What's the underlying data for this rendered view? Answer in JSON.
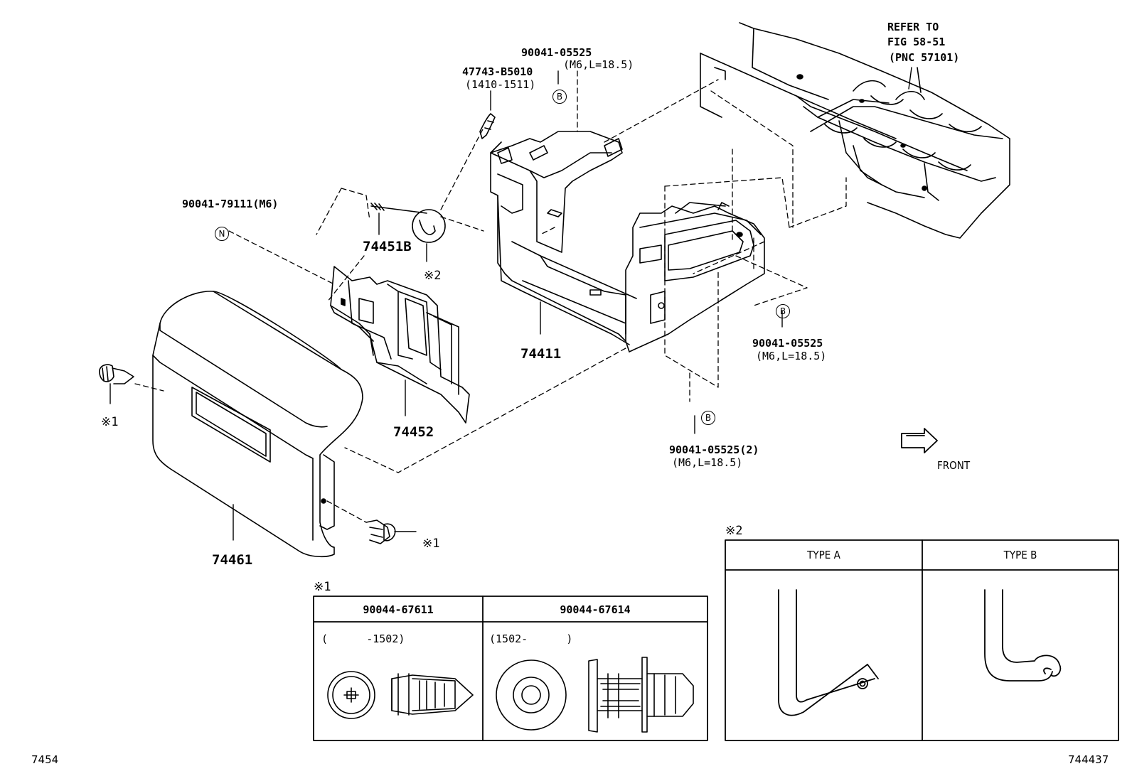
{
  "refer": {
    "line1": "REFER TO",
    "line2": "FIG 58-51",
    "line3": "(PNC 57101)"
  },
  "callouts": {
    "bolt_top_pn": "90041-05525",
    "bolt_top_spec": "(M6,L=18.5)",
    "pin_pn": "47743-B5010",
    "pin_date": "(1410-1511)",
    "nut_pn": "90041-79111(M6)",
    "bolt_right_pn": "90041-05525",
    "bolt_right_spec": "(M6,L=18.5)",
    "bolt_bottom_pn": "90041-05525(2)",
    "bolt_bottom_spec": "(M6,L=18.5)"
  },
  "parts": {
    "p74451b": "74451B",
    "p74411": "74411",
    "p74452": "74452",
    "p74461": "74461"
  },
  "markers": {
    "b": "B",
    "n": "N",
    "note1": "※1",
    "note2": "※2"
  },
  "front_label": "FRONT",
  "table1": {
    "title": "※1",
    "col1_header": "90044-67611",
    "col2_header": "90044-67614",
    "col1_note": "(      -1502)",
    "col2_note": "(1502-      )"
  },
  "table2": {
    "title": "※2",
    "col1_header": "TYPE A",
    "col2_header": "TYPE B"
  },
  "footer": {
    "left": "7454",
    "right": "744437"
  }
}
